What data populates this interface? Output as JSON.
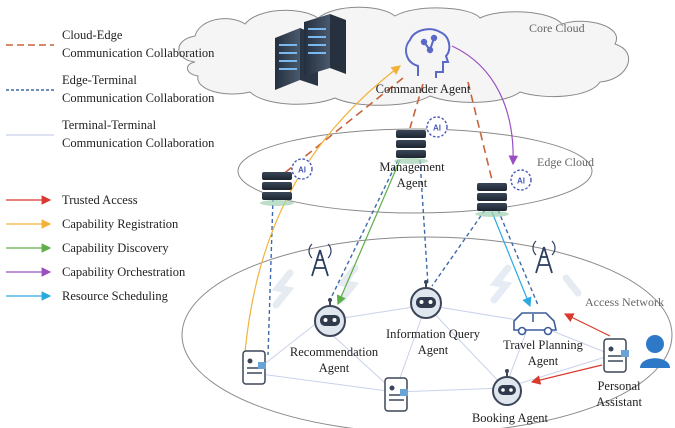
{
  "legend": {
    "links": [
      {
        "label": "Cloud-Edge",
        "label2": "Communication Collaboration",
        "color": "#c8643c",
        "style": "dashed-long"
      },
      {
        "label": "Edge-Terminal",
        "label2": "Communication Collaboration",
        "color": "#3d6aa8",
        "style": "dashed-short"
      },
      {
        "label": "Terminal-Terminal",
        "label2": "Communication Collaboration",
        "color": "#c9d2ea",
        "style": "solid"
      }
    ],
    "flows": [
      {
        "label": "Trusted Access",
        "color": "#d83a2c"
      },
      {
        "label": "Capability Registration",
        "color": "#f2b23a"
      },
      {
        "label": "Capability Discovery",
        "color": "#5eae4a"
      },
      {
        "label": "Capability Orchestration",
        "color": "#9b4ec2"
      },
      {
        "label": "Resource Scheduling",
        "color": "#2aa9e0"
      }
    ]
  },
  "zones": {
    "core_cloud": "Core Cloud",
    "edge_cloud": "Edge Cloud",
    "access_network": "Access Network"
  },
  "nodes": {
    "commander": "Commander Agent",
    "management_1": "Management",
    "management_2": "Agent",
    "recommendation_1": "Recommendation",
    "recommendation_2": "Agent",
    "info_query_1": "Information Query",
    "info_query_2": "Agent",
    "travel_1": "Travel Planning",
    "travel_2": "Agent",
    "personal_1": "Personal",
    "personal_2": "Assistant",
    "booking": "Booking Agent"
  },
  "icons": {
    "ai_badge": "AI"
  }
}
